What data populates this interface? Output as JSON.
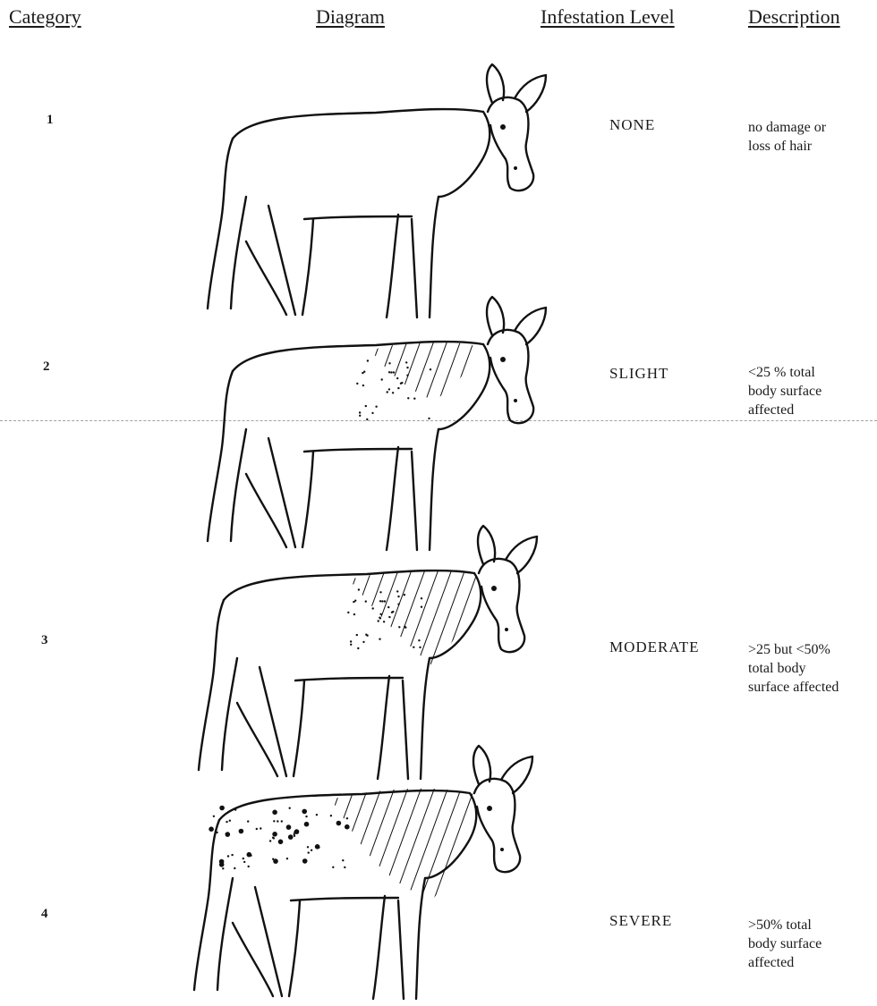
{
  "headers": {
    "category": "Category",
    "diagram": "Diagram",
    "level": "Infestation Level",
    "description": "Description"
  },
  "rows": [
    {
      "category": "1",
      "level": "NONE",
      "description": "no damage or\nloss of hair",
      "infestation": "none"
    },
    {
      "category": "2",
      "level": "SLIGHT",
      "description": "<25 % total\nbody surface\naffected",
      "infestation": "slight"
    },
    {
      "category": "3",
      "level": "MODERATE",
      "description": ">25 but <50%\ntotal body\nsurface affected",
      "infestation": "moderate"
    },
    {
      "category": "4",
      "level": "SEVERE",
      "description": ">50% total\nbody surface\naffected",
      "infestation": "severe"
    }
  ]
}
